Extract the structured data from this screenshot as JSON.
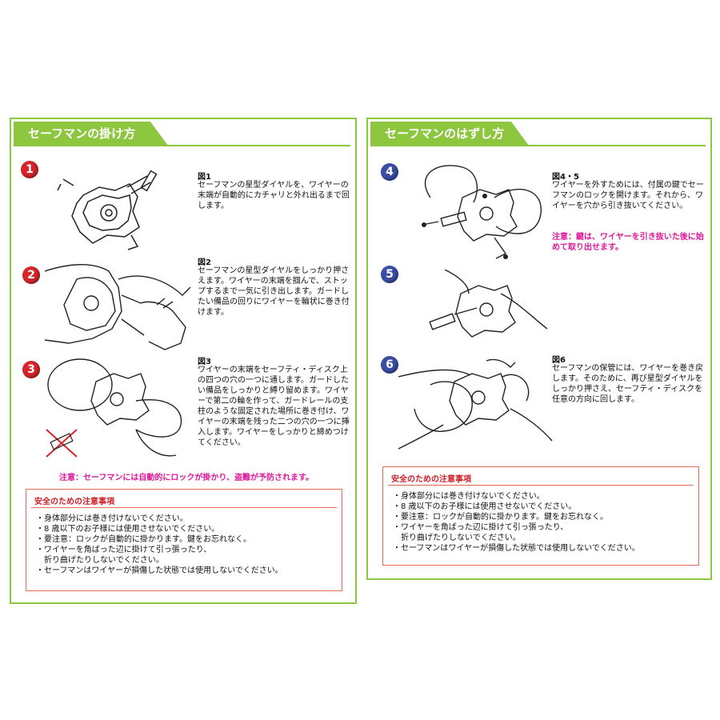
{
  "left": {
    "title": "セーフマンの掛け方",
    "steps": [
      {
        "num": "1",
        "fig_title": "図1",
        "text": "セーフマンの星型ダイヤルを、ワイヤーの末端が自動的にカチャリと外れ出るまで回します。"
      },
      {
        "num": "2",
        "fig_title": "図2",
        "text": "セーフマンの星型ダイヤルをしっかり押さえます。ワイヤーの末端を掴んで、ストップするまで一気に引き出します。ガードしたい備品の回りにワイヤーを輪状に巻き付けます。"
      },
      {
        "num": "3",
        "fig_title": "図3",
        "text": "ワイヤーの末端をセーフティ・ディスク上の四つの穴の一つに通します。ガードしたい備品をしっかりと縛り留めます。ワイヤーで第二の輪を作って、ガードレールの支柱のような固定された場所に巻き付け、ワイヤーの末端を残った二つの穴の一つに挿入します。ワイヤーをしっかりと締めつけてください。"
      }
    ],
    "caution": "注意：セーフマンには自動的にロックが掛かり、盗難が予防されます。",
    "safety": {
      "title": "安全のための注意事項",
      "items": [
        "・身体部分には巻き付けないでください。",
        "・8 歳以下のお子様には使用させないでください。",
        "・要注意：ロックが自動的に掛かります。鍵をお忘れなく。",
        "・ワイヤーを角ばった辺に掛けて引っ張ったり、\n　折り曲げたりしないでください。",
        "・セーフマンはワイヤーが損傷した状態では使用しないでください。"
      ]
    }
  },
  "right": {
    "title": "セーフマンのはずし方",
    "steps": [
      {
        "num": "4",
        "fig_title": "図4・5",
        "text": "ワイヤーを外すためには、付属の鍵でセーフマンのロックを開けます。それから、ワイヤーを穴から引き抜いてください。"
      },
      {
        "num": "5"
      },
      {
        "num": "6",
        "fig_title": "図6",
        "text": "セーフマンの保管には、ワイヤーを巻き戻します。そのために、再び星型ダイヤルをしっかり押さえ、セーフティ・ディスクを任意の方向に回します。"
      }
    ],
    "caution": "注意：鍵は、ワイヤーを引き抜いた後に始めて取り出せます。",
    "safety": {
      "title": "安全のための注意事項",
      "items": [
        "・身体部分には巻き付けないでください。",
        "・8 歳以下のお子様には使用させないでください。",
        "・要注意：ロックが自動的に掛かります。鍵をお忘れなく。",
        "・ワイヤーを角ばった辺に掛けて引っ張ったり、\n　折り曲げたりしないでください。",
        "・セーフマンはワイヤーが損傷した状態では使用しないでください。"
      ]
    }
  },
  "colors": {
    "accent": "#8dc63f",
    "red_badge": "#d7262a",
    "blue_badge": "#3a4ea6",
    "caution": "#e0169b",
    "safety_border": "#e26b5a"
  }
}
